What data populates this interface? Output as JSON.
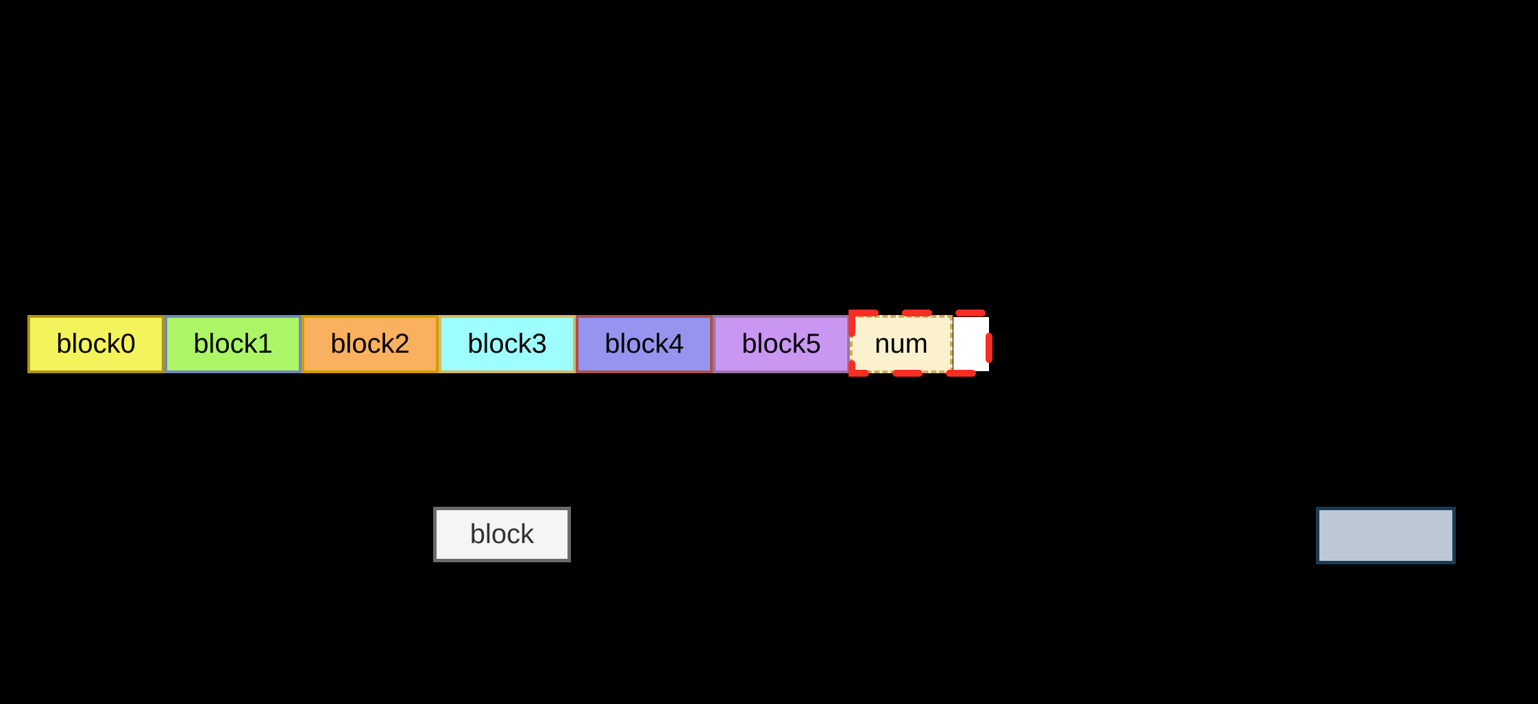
{
  "canvas": {
    "background": "#000000"
  },
  "array_row": {
    "blocks": [
      {
        "label": "block0",
        "fill": "#F3F35C",
        "stroke": "#B29612"
      },
      {
        "label": "block1",
        "fill": "#ABF566",
        "stroke": "#7286C2"
      },
      {
        "label": "block2",
        "fill": "#F9B05F",
        "stroke": "#D19B04"
      },
      {
        "label": "block3",
        "fill": "#9EFDFD",
        "stroke": "#D7B765"
      },
      {
        "label": "block4",
        "fill": "#9594EE",
        "stroke": "#AE504B"
      },
      {
        "label": "block5",
        "fill": "#C996F1",
        "stroke": "#9B74A9"
      }
    ],
    "pending_block": {
      "label": "num",
      "fill": "#FBF1CF",
      "stroke": "#CDAD53"
    },
    "insert_marker": {
      "fill": "#FFFFFF"
    },
    "drop_highlight": {
      "color": "#FA2D23"
    }
  },
  "shapes": {
    "block_template": {
      "label": "block",
      "fill": "#F5F5F5",
      "stroke": "#6B6B6B",
      "text_color": "#333333"
    },
    "slate_box": {
      "fill": "#BCC9D4",
      "stroke": "#1D3A52"
    }
  }
}
